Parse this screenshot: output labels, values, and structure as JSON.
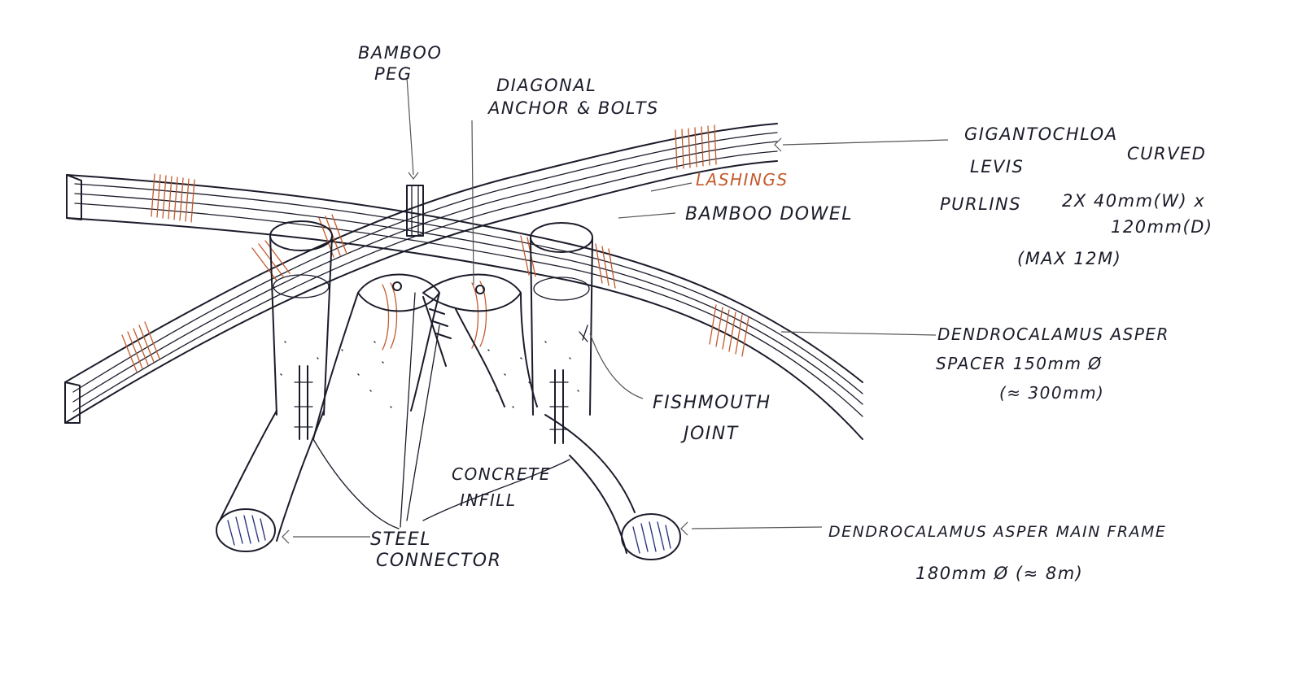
{
  "labels": {
    "bamboo_peg": [
      "BAMBOO",
      "PEG"
    ],
    "diagonal_anchor": [
      "DIAGONAL",
      "ANCHOR & BOLTS"
    ],
    "lashings": "LASHINGS",
    "bamboo_dowel": "BAMBOO DOWEL",
    "fishmouth_joint": [
      "FISHMOUTH",
      "JOINT"
    ],
    "concrete_infill": [
      "CONCRETE",
      "INFILL"
    ],
    "steel_connector": [
      "STEEL",
      "CONNECTOR"
    ],
    "purlins": [
      "GIGANTOCHLOA",
      "CURVED",
      "LEVIS",
      "PURLINS",
      "2X 40mm(W) x",
      "120mm(D)",
      "(MAX 12M)"
    ],
    "spacer": [
      "DENDROCALAMUS ASPER",
      "SPACER 150mm Ø",
      "(≈ 300mm)"
    ],
    "main_frame": [
      "DENDROCALAMUS ASPER MAIN FRAME",
      "180mm Ø  (≈ 8m)"
    ]
  },
  "colors": {
    "ink": "#1b1c2a",
    "lashing": "#c45a2c",
    "shade": "#2c3580"
  }
}
